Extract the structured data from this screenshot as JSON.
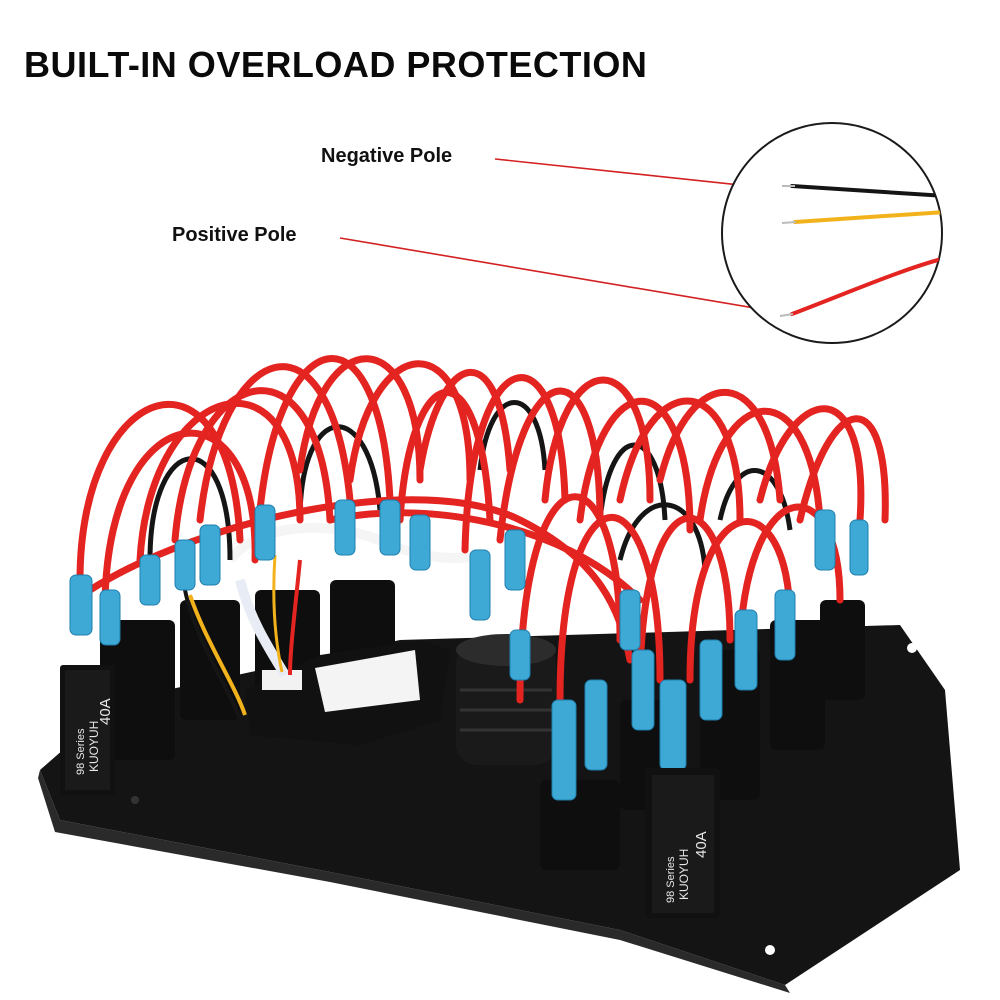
{
  "headline": "BUILT-IN OVERLOAD PROTECTION",
  "callouts": {
    "negative_label": "Negative Pole",
    "positive_label": "Positive Pole"
  },
  "breakers": [
    {
      "brand": "KUOYUH",
      "series": "98 Series",
      "rating": "40A"
    },
    {
      "brand": "KUOYUH",
      "series": "98 Series",
      "rating": "40A"
    }
  ],
  "colors": {
    "wire_red": "#e32420",
    "wire_black": "#151515",
    "wire_yellow": "#f2b21b",
    "terminal_blue": "#3fa9d6",
    "plate": "#141414",
    "leader_line": "#d42020"
  }
}
